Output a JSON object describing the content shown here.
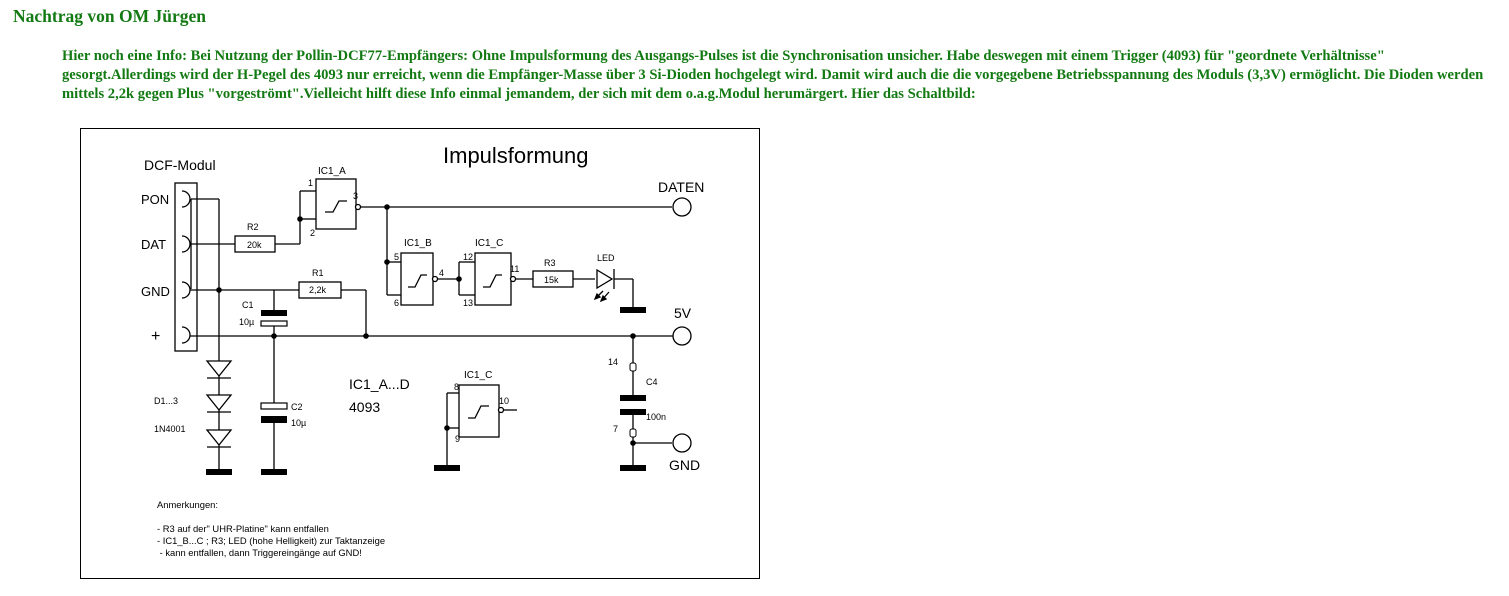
{
  "page": {
    "title": "Nachtrag von OM Jürgen",
    "info_text": "Hier noch eine Info: Bei Nutzung der Pollin-DCF77-Empfängers: Ohne Impulsformung des Ausgangs-Pulses ist die Synchronisation unsicher. Habe deswegen mit einem Trigger (4093) für \"geordnete Verhältnisse\" gesorgt.Allerdings wird der H-Pegel des 4093 nur erreicht, wenn die Empfänger-Masse über 3 Si-Dioden hochgelegt wird. Damit wird auch die die vorgegebene Betriebsspannung des Moduls (3,3V) ermöglicht. Die Dioden werden mittels 2,2k gegen Plus \"vorgeströmt\".Vielleicht hilft diese Info einmal jemandem, der sich mit dem o.a.g.Modul herumärgert. Hier das Schaltbild:"
  },
  "schematic": {
    "title": "Impulsformung",
    "module": {
      "name": "DCF-Modul",
      "pins": [
        "PON",
        "DAT",
        "GND",
        "+"
      ]
    },
    "terminals": {
      "daten": "DATEN",
      "v5": "5V",
      "gnd": "GND"
    },
    "components": {
      "r2": {
        "name": "R2",
        "value": "20k"
      },
      "r1": {
        "name": "R1",
        "value": "2,2k"
      },
      "r3": {
        "name": "R3",
        "value": "15k"
      },
      "c1": {
        "name": "C1",
        "value": "10µ"
      },
      "c2": {
        "name": "C2",
        "value": "10µ"
      },
      "c4": {
        "name": "C4",
        "value": "100n"
      },
      "led": {
        "name": "LED"
      },
      "diodes": {
        "name": "D1...3",
        "type": "1N4001"
      },
      "ic_info": {
        "name": "IC1_A...D",
        "type": "4093"
      }
    },
    "gates": {
      "a": {
        "name": "IC1_A",
        "pin_in1": "1",
        "pin_in2": "2",
        "pin_out": "3"
      },
      "b": {
        "name": "IC1_B",
        "pin_in1": "5",
        "pin_in2": "6",
        "pin_out": "4"
      },
      "c": {
        "name": "IC1_C",
        "pin_in1": "12",
        "pin_in2": "13",
        "pin_out": "11"
      },
      "d": {
        "name": "IC1_C",
        "pin_in1": "8",
        "pin_in2": "9",
        "pin_out": "10"
      }
    },
    "supply_pins": {
      "vdd": "14",
      "vss": "7"
    },
    "notes": [
      "Anmerkungen:",
      "",
      "- R3 auf der\" UHR-Platine\" kann entfallen",
      "- IC1_B...C ; R3; LED (hohe Helligkeit) zur Taktanzeige",
      " - kann entfallen, dann Triggereingänge auf GND!"
    ]
  }
}
